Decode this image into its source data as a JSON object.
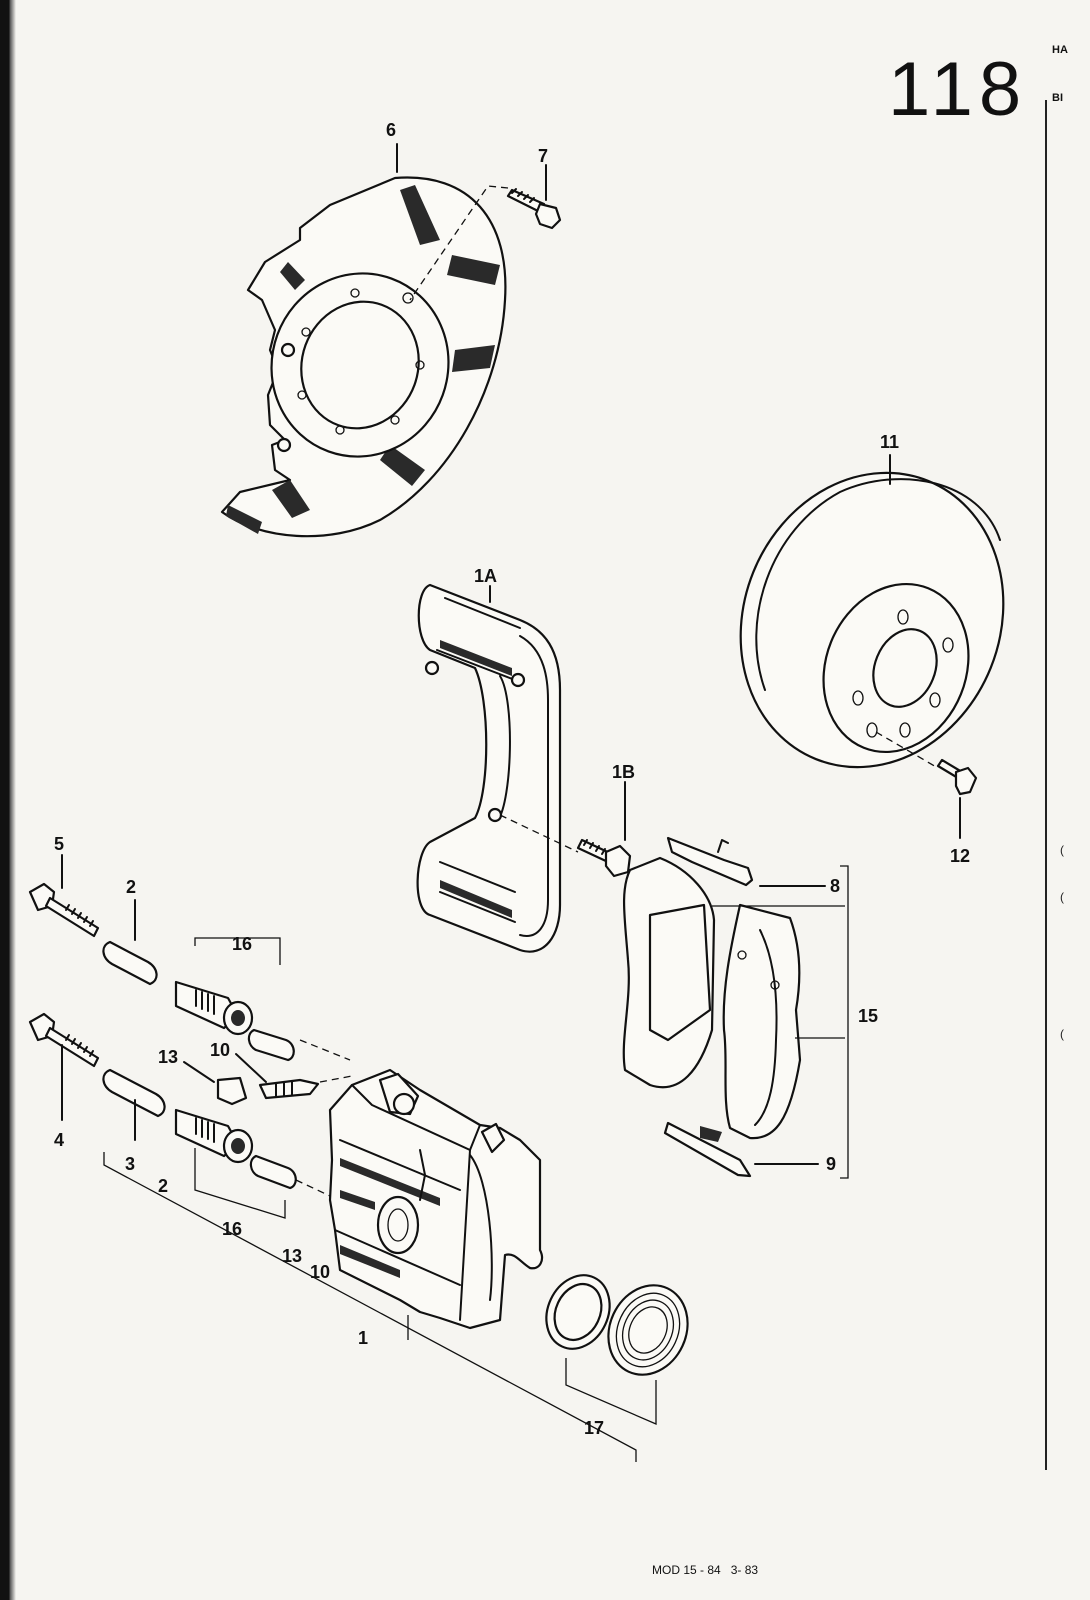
{
  "page_number": "118",
  "header": {
    "top_right_fragment": "HA",
    "second_fragment": "BI"
  },
  "footer": {
    "form": "MOD 15 - 84",
    "date": "3- 83"
  },
  "margin_marks": [
    "(",
    "(",
    "("
  ],
  "callouts": {
    "c1": "1",
    "c1a": "1A",
    "c1b": "1B",
    "c2_top": "2",
    "c2_bottom": "2",
    "c3": "3",
    "c4": "4",
    "c5": "5",
    "c6": "6",
    "c7": "7",
    "c8": "8",
    "c9": "9",
    "c10_top": "10",
    "c10_bottom": "10",
    "c11": "11",
    "c12": "12",
    "c13_top": "13",
    "c13_bottom": "13",
    "c15": "15",
    "c16_top": "16",
    "c16_bottom": "16",
    "c17": "17"
  }
}
